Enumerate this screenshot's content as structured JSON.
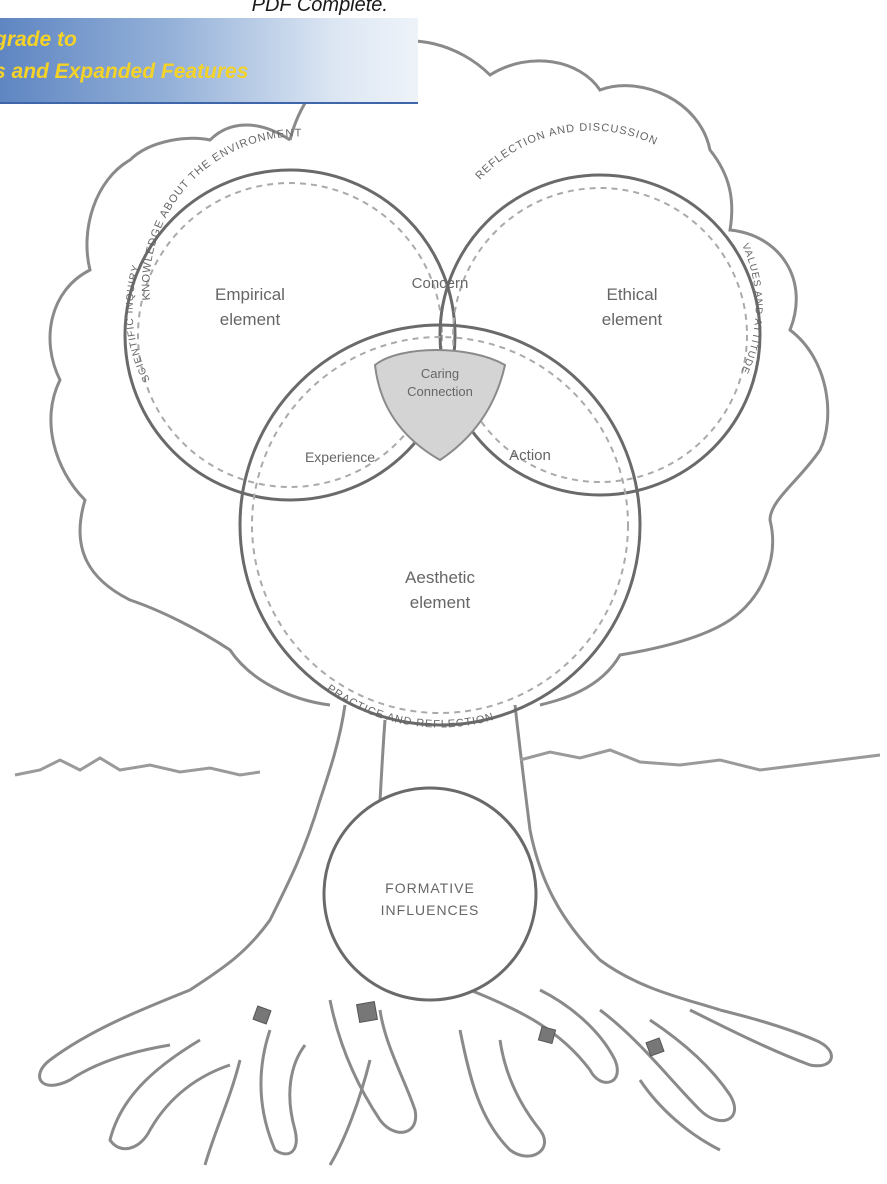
{
  "banner": {
    "product": "PDF Complete.",
    "line1": "grade to",
    "line2": "s and Expanded Features",
    "accent": "#f4d228",
    "background": "#7b9dd0"
  },
  "diagram": {
    "circles": {
      "empirical": {
        "line1": "Empirical",
        "line2": "element"
      },
      "ethical": {
        "line1": "Ethical",
        "line2": "element"
      },
      "aesthetic": {
        "line1": "Aesthetic",
        "line2": "element"
      },
      "formative": {
        "line1": "FORMATIVE",
        "line2": "INFLUENCES"
      }
    },
    "overlaps": {
      "empirical_ethical": "Concern",
      "empirical_aesthetic": "Experience",
      "ethical_aesthetic": "Action",
      "center_line1": "Caring",
      "center_line2": "Connection"
    },
    "rim_labels": {
      "top_left": "KNOWLEDGE ABOUT THE ENVIRONMENT",
      "top_right": "REFLECTION AND DISCUSSION",
      "bottom": "PRACTICE AND REFLECTION",
      "left_side": "SCIENTIFIC INQUIRY",
      "right_side": "VALUES AND ATTITUDES"
    }
  }
}
